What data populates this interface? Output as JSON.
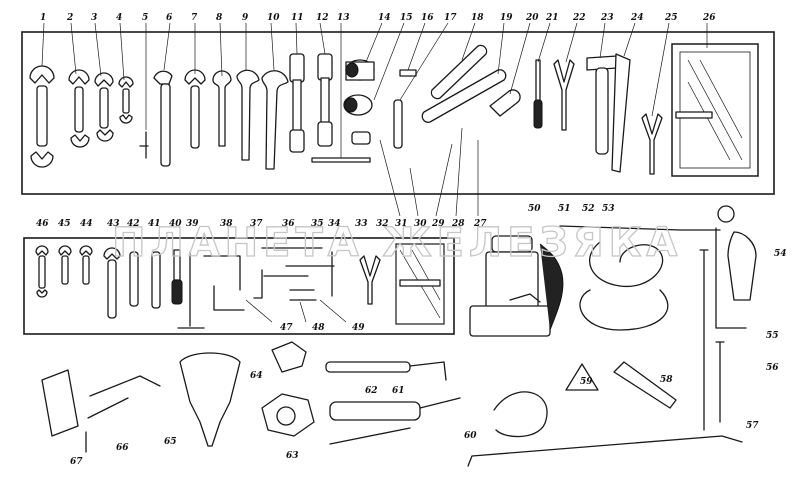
{
  "watermark": {
    "text": "ПЛАНЕТА ЖЕЛЕЗЯКА"
  },
  "callouts": {
    "top_row": [
      "1",
      "2",
      "3",
      "4",
      "5",
      "6",
      "7",
      "8",
      "9",
      "10",
      "11",
      "12",
      "13",
      "14",
      "15",
      "16",
      "17",
      "18",
      "19",
      "20",
      "21",
      "22",
      "23",
      "24",
      "25",
      "26"
    ],
    "mid_row": [
      "46",
      "45",
      "44",
      "43",
      "42",
      "41",
      "40",
      "39",
      "38",
      "37",
      "36",
      "35",
      "34",
      "33",
      "32",
      "31",
      "30",
      "29",
      "28",
      "27"
    ],
    "mid_lower": [
      "47",
      "48",
      "49"
    ],
    "right_group": [
      "50",
      "51",
      "52",
      "53",
      "54",
      "55",
      "56",
      "57",
      "58",
      "59",
      "60",
      "61",
      "62",
      "63",
      "64",
      "65",
      "66",
      "67"
    ]
  }
}
